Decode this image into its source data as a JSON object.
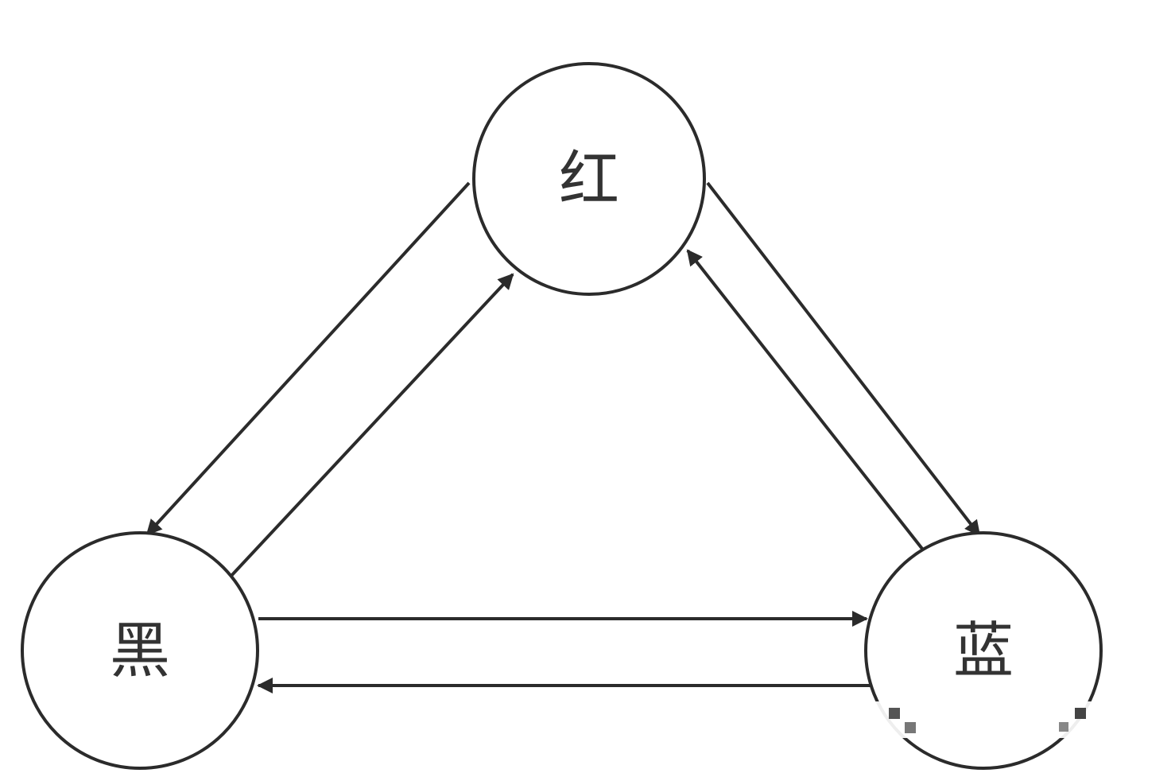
{
  "nodes": {
    "red": {
      "label": "红"
    },
    "black": {
      "label": "黑"
    },
    "blue": {
      "label": "蓝"
    }
  },
  "edges": [
    {
      "from": "red",
      "to": "black"
    },
    {
      "from": "black",
      "to": "red"
    },
    {
      "from": "red",
      "to": "blue"
    },
    {
      "from": "blue",
      "to": "red"
    },
    {
      "from": "black",
      "to": "blue"
    },
    {
      "from": "blue",
      "to": "black"
    }
  ],
  "colors": {
    "stroke": "#2b2b2b",
    "text": "#333333",
    "background": "#ffffff"
  }
}
